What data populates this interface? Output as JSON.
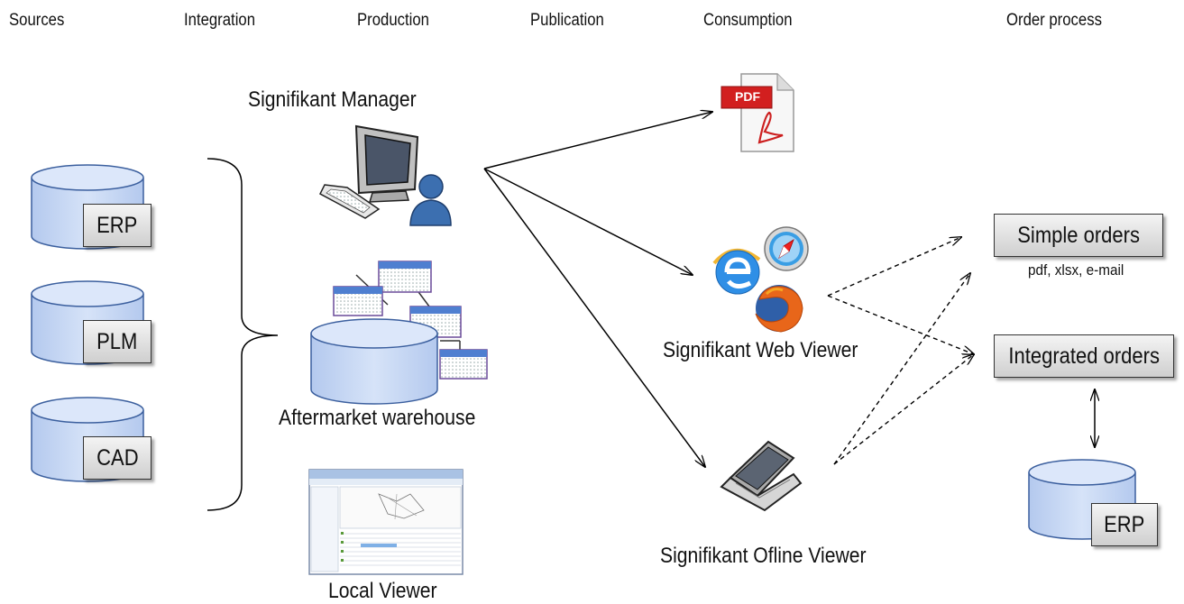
{
  "headers": {
    "sources": "Sources",
    "integration": "Integration",
    "production": "Production",
    "publication": "Publication",
    "consumption": "Consumption",
    "order_process": "Order process"
  },
  "sources": [
    {
      "label": "ERP"
    },
    {
      "label": "PLM"
    },
    {
      "label": "CAD"
    }
  ],
  "production": {
    "manager_label": "Signifikant  Manager",
    "warehouse_label": "Aftermarket warehouse",
    "local_viewer_label": "Local Viewer"
  },
  "consumption": {
    "pdf_icon_text": "PDF",
    "web_viewer_label": "Signifikant Web Viewer",
    "offline_viewer_label": "Signifikant Ofline Viewer"
  },
  "order_process": {
    "simple_orders": "Simple orders",
    "simple_orders_formats": "pdf, xlsx, e-mail",
    "integrated_orders": "Integrated orders",
    "erp_label": "ERP"
  },
  "colors": {
    "cylinder_fill": "#c9d9f5",
    "cylinder_stroke": "#3b5f9e",
    "box_fill": "#e0e0e0",
    "pdf_red": "#cc1f1f"
  }
}
